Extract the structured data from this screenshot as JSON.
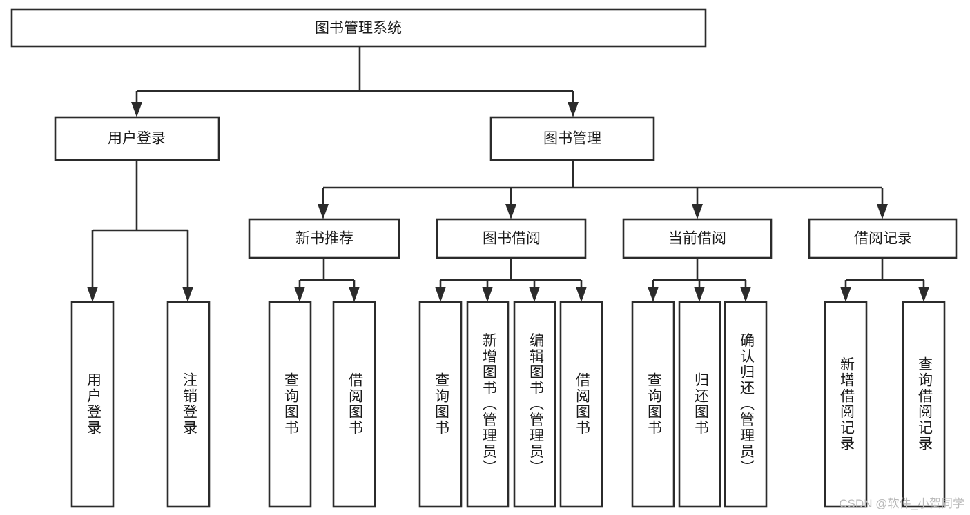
{
  "diagram": {
    "type": "tree-hierarchy-chart",
    "title": "图书管理系统",
    "orientation": "top-down",
    "colors": {
      "box_stroke": "#2b2b2b",
      "box_fill": "#ffffff",
      "text": "#1a1a1a",
      "background": "#ffffff",
      "watermark": "#b9b9b9"
    },
    "nodes": {
      "root": {
        "label": "图书管理系统",
        "level": 1
      },
      "user_login": {
        "label": "用户登录",
        "level": 2
      },
      "book_manage": {
        "label": "图书管理",
        "level": 2
      },
      "new_book_rec": {
        "label": "新书推荐",
        "level": 3
      },
      "book_borrow": {
        "label": "图书借阅",
        "level": 3
      },
      "current_borrow": {
        "label": "当前借阅",
        "level": 3
      },
      "borrow_record": {
        "label": "借阅记录",
        "level": 3
      },
      "leaf_user_login": {
        "label": "用户登录",
        "level": 4
      },
      "leaf_logout": {
        "label": "注销登录",
        "level": 4
      },
      "leaf_query_book_1": {
        "label": "查询图书",
        "level": 4
      },
      "leaf_borrow_book_1": {
        "label": "借阅图书",
        "level": 4
      },
      "leaf_query_book_2": {
        "label": "查询图书",
        "level": 4
      },
      "leaf_add_book": {
        "label": "新增图书（管理员）",
        "level": 4
      },
      "leaf_edit_book": {
        "label": "编辑图书（管理员）",
        "level": 4
      },
      "leaf_borrow_book_2": {
        "label": "借阅图书",
        "level": 4
      },
      "leaf_query_book_3": {
        "label": "查询图书",
        "level": 4
      },
      "leaf_return_book": {
        "label": "归还图书",
        "level": 4
      },
      "leaf_confirm_return": {
        "label": "确认归还（管理员）",
        "level": 4
      },
      "leaf_add_record": {
        "label": "新增借阅记录",
        "level": 4
      },
      "leaf_query_record": {
        "label": "查询借阅记录",
        "level": 4
      }
    },
    "edges": [
      {
        "from": "root",
        "to": "user_login"
      },
      {
        "from": "root",
        "to": "book_manage"
      },
      {
        "from": "user_login",
        "to": "leaf_user_login"
      },
      {
        "from": "user_login",
        "to": "leaf_logout"
      },
      {
        "from": "book_manage",
        "to": "new_book_rec"
      },
      {
        "from": "book_manage",
        "to": "book_borrow"
      },
      {
        "from": "book_manage",
        "to": "current_borrow"
      },
      {
        "from": "book_manage",
        "to": "borrow_record"
      },
      {
        "from": "new_book_rec",
        "to": "leaf_query_book_1"
      },
      {
        "from": "new_book_rec",
        "to": "leaf_borrow_book_1"
      },
      {
        "from": "book_borrow",
        "to": "leaf_query_book_2"
      },
      {
        "from": "book_borrow",
        "to": "leaf_add_book"
      },
      {
        "from": "book_borrow",
        "to": "leaf_edit_book"
      },
      {
        "from": "book_borrow",
        "to": "leaf_borrow_book_2"
      },
      {
        "from": "current_borrow",
        "to": "leaf_query_book_3"
      },
      {
        "from": "current_borrow",
        "to": "leaf_return_book"
      },
      {
        "from": "current_borrow",
        "to": "leaf_confirm_return"
      },
      {
        "from": "borrow_record",
        "to": "leaf_add_record"
      },
      {
        "from": "borrow_record",
        "to": "leaf_query_record"
      }
    ]
  },
  "watermark": {
    "text": "CSDN @软件_小贺同学"
  }
}
